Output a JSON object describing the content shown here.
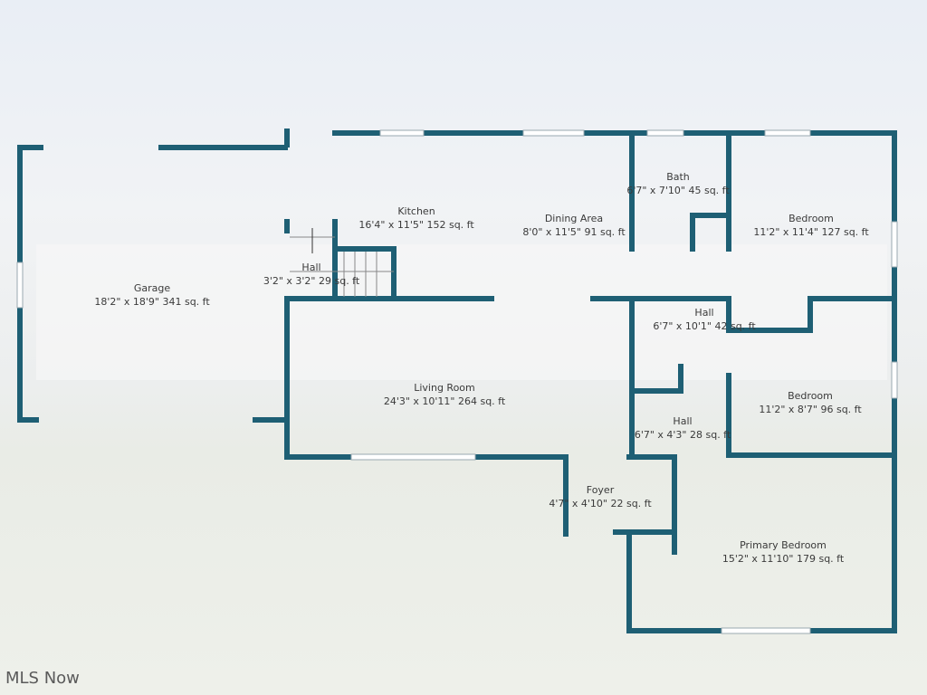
{
  "colors": {
    "wall": "#1e5f74",
    "window": "#ffffff"
  },
  "rooms": [
    {
      "name": "Garage",
      "dims": "18'2\" x 18'9\" 341 sq. ft"
    },
    {
      "name": "Kitchen",
      "dims": "16'4\" x 11'5\" 152 sq. ft"
    },
    {
      "name": "Hall",
      "dims": "3'2\" x 3'2\" 29 sq. ft"
    },
    {
      "name": "Dining Area",
      "dims": "8'0\" x 11'5\" 91 sq. ft"
    },
    {
      "name": "Bath",
      "dims": "6'7\" x 7'10\" 45 sq. ft"
    },
    {
      "name": "Bedroom",
      "dims": "11'2\" x 11'4\" 127 sq. ft"
    },
    {
      "name": "Hall",
      "dims": "6'7\" x 10'1\" 42 sq. ft"
    },
    {
      "name": "Living Room",
      "dims": "24'3\" x 10'11\" 264 sq. ft"
    },
    {
      "name": "Bedroom",
      "dims": "11'2\" x 8'7\" 96 sq. ft"
    },
    {
      "name": "Hall",
      "dims": "6'7\" x 4'3\" 28 sq. ft"
    },
    {
      "name": "Foyer",
      "dims": "4'7\" x 4'10\" 22 sq. ft"
    },
    {
      "name": "Primary Bedroom",
      "dims": "15'2\" x 11'10\" 179 sq. ft"
    }
  ],
  "watermark": "MLS Now"
}
